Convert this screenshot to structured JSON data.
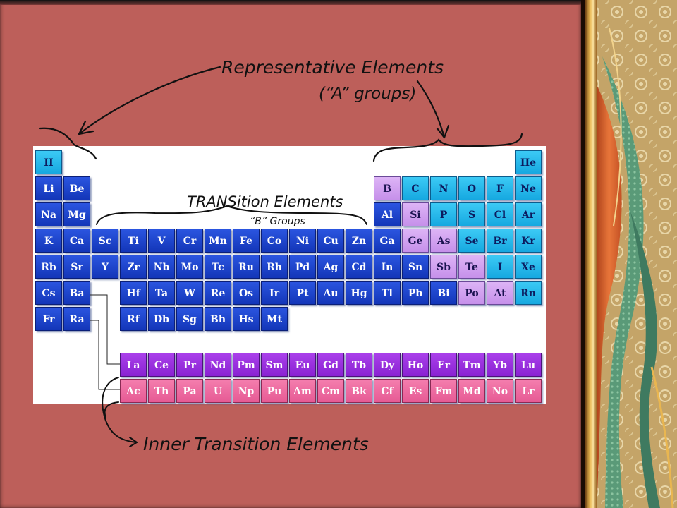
{
  "annotations": {
    "representative_title": "Representative Elements",
    "representative_sub": "(“A” groups)",
    "transition_title": "TRANSition Elements",
    "transition_sub": "“B” Groups",
    "inner_transition": "Inner Transition Elements"
  },
  "colors": {
    "metal": "#1840cc",
    "nonmetal": "#1fb8ee",
    "metalloid": "#d2a2f0",
    "lanthanide": "#9b2ee0",
    "actinide": "#f06aa0",
    "slide_background": "#bd5f5a"
  },
  "elements": [
    {
      "symbol": "H",
      "row": 1,
      "col": 1,
      "kind": "nonmetal"
    },
    {
      "symbol": "He",
      "row": 1,
      "col": 18,
      "kind": "nonmetal"
    },
    {
      "symbol": "Li",
      "row": 2,
      "col": 1,
      "kind": "metal"
    },
    {
      "symbol": "Be",
      "row": 2,
      "col": 2,
      "kind": "metal"
    },
    {
      "symbol": "B",
      "row": 2,
      "col": 13,
      "kind": "metalloid"
    },
    {
      "symbol": "C",
      "row": 2,
      "col": 14,
      "kind": "nonmetal"
    },
    {
      "symbol": "N",
      "row": 2,
      "col": 15,
      "kind": "nonmetal"
    },
    {
      "symbol": "O",
      "row": 2,
      "col": 16,
      "kind": "nonmetal"
    },
    {
      "symbol": "F",
      "row": 2,
      "col": 17,
      "kind": "nonmetal"
    },
    {
      "symbol": "Ne",
      "row": 2,
      "col": 18,
      "kind": "nonmetal"
    },
    {
      "symbol": "Na",
      "row": 3,
      "col": 1,
      "kind": "metal"
    },
    {
      "symbol": "Mg",
      "row": 3,
      "col": 2,
      "kind": "metal"
    },
    {
      "symbol": "Al",
      "row": 3,
      "col": 13,
      "kind": "metal"
    },
    {
      "symbol": "Si",
      "row": 3,
      "col": 14,
      "kind": "metalloid"
    },
    {
      "symbol": "P",
      "row": 3,
      "col": 15,
      "kind": "nonmetal"
    },
    {
      "symbol": "S",
      "row": 3,
      "col": 16,
      "kind": "nonmetal"
    },
    {
      "symbol": "Cl",
      "row": 3,
      "col": 17,
      "kind": "nonmetal"
    },
    {
      "symbol": "Ar",
      "row": 3,
      "col": 18,
      "kind": "nonmetal"
    },
    {
      "symbol": "K",
      "row": 4,
      "col": 1,
      "kind": "metal"
    },
    {
      "symbol": "Ca",
      "row": 4,
      "col": 2,
      "kind": "metal"
    },
    {
      "symbol": "Sc",
      "row": 4,
      "col": 3,
      "kind": "metal"
    },
    {
      "symbol": "Ti",
      "row": 4,
      "col": 4,
      "kind": "metal"
    },
    {
      "symbol": "V",
      "row": 4,
      "col": 5,
      "kind": "metal"
    },
    {
      "symbol": "Cr",
      "row": 4,
      "col": 6,
      "kind": "metal"
    },
    {
      "symbol": "Mn",
      "row": 4,
      "col": 7,
      "kind": "metal"
    },
    {
      "symbol": "Fe",
      "row": 4,
      "col": 8,
      "kind": "metal"
    },
    {
      "symbol": "Co",
      "row": 4,
      "col": 9,
      "kind": "metal"
    },
    {
      "symbol": "Ni",
      "row": 4,
      "col": 10,
      "kind": "metal"
    },
    {
      "symbol": "Cu",
      "row": 4,
      "col": 11,
      "kind": "metal"
    },
    {
      "symbol": "Zn",
      "row": 4,
      "col": 12,
      "kind": "metal"
    },
    {
      "symbol": "Ga",
      "row": 4,
      "col": 13,
      "kind": "metal"
    },
    {
      "symbol": "Ge",
      "row": 4,
      "col": 14,
      "kind": "metalloid"
    },
    {
      "symbol": "As",
      "row": 4,
      "col": 15,
      "kind": "metalloid"
    },
    {
      "symbol": "Se",
      "row": 4,
      "col": 16,
      "kind": "nonmetal"
    },
    {
      "symbol": "Br",
      "row": 4,
      "col": 17,
      "kind": "nonmetal"
    },
    {
      "symbol": "Kr",
      "row": 4,
      "col": 18,
      "kind": "nonmetal"
    },
    {
      "symbol": "Rb",
      "row": 5,
      "col": 1,
      "kind": "metal"
    },
    {
      "symbol": "Sr",
      "row": 5,
      "col": 2,
      "kind": "metal"
    },
    {
      "symbol": "Y",
      "row": 5,
      "col": 3,
      "kind": "metal"
    },
    {
      "symbol": "Zr",
      "row": 5,
      "col": 4,
      "kind": "metal"
    },
    {
      "symbol": "Nb",
      "row": 5,
      "col": 5,
      "kind": "metal"
    },
    {
      "symbol": "Mo",
      "row": 5,
      "col": 6,
      "kind": "metal"
    },
    {
      "symbol": "Tc",
      "row": 5,
      "col": 7,
      "kind": "metal"
    },
    {
      "symbol": "Ru",
      "row": 5,
      "col": 8,
      "kind": "metal"
    },
    {
      "symbol": "Rh",
      "row": 5,
      "col": 9,
      "kind": "metal"
    },
    {
      "symbol": "Pd",
      "row": 5,
      "col": 10,
      "kind": "metal"
    },
    {
      "symbol": "Ag",
      "row": 5,
      "col": 11,
      "kind": "metal"
    },
    {
      "symbol": "Cd",
      "row": 5,
      "col": 12,
      "kind": "metal"
    },
    {
      "symbol": "In",
      "row": 5,
      "col": 13,
      "kind": "metal"
    },
    {
      "symbol": "Sn",
      "row": 5,
      "col": 14,
      "kind": "metal"
    },
    {
      "symbol": "Sb",
      "row": 5,
      "col": 15,
      "kind": "metalloid"
    },
    {
      "symbol": "Te",
      "row": 5,
      "col": 16,
      "kind": "metalloid"
    },
    {
      "symbol": "I",
      "row": 5,
      "col": 17,
      "kind": "nonmetal"
    },
    {
      "symbol": "Xe",
      "row": 5,
      "col": 18,
      "kind": "nonmetal"
    },
    {
      "symbol": "Cs",
      "row": 6,
      "col": 1,
      "kind": "metal"
    },
    {
      "symbol": "Ba",
      "row": 6,
      "col": 2,
      "kind": "metal"
    },
    {
      "symbol": "Hf",
      "row": 6,
      "col": 4,
      "kind": "metal"
    },
    {
      "symbol": "Ta",
      "row": 6,
      "col": 5,
      "kind": "metal"
    },
    {
      "symbol": "W",
      "row": 6,
      "col": 6,
      "kind": "metal"
    },
    {
      "symbol": "Re",
      "row": 6,
      "col": 7,
      "kind": "metal"
    },
    {
      "symbol": "Os",
      "row": 6,
      "col": 8,
      "kind": "metal"
    },
    {
      "symbol": "Ir",
      "row": 6,
      "col": 9,
      "kind": "metal"
    },
    {
      "symbol": "Pt",
      "row": 6,
      "col": 10,
      "kind": "metal"
    },
    {
      "symbol": "Au",
      "row": 6,
      "col": 11,
      "kind": "metal"
    },
    {
      "symbol": "Hg",
      "row": 6,
      "col": 12,
      "kind": "metal"
    },
    {
      "symbol": "Tl",
      "row": 6,
      "col": 13,
      "kind": "metal"
    },
    {
      "symbol": "Pb",
      "row": 6,
      "col": 14,
      "kind": "metal"
    },
    {
      "symbol": "Bi",
      "row": 6,
      "col": 15,
      "kind": "metal"
    },
    {
      "symbol": "Po",
      "row": 6,
      "col": 16,
      "kind": "metalloid"
    },
    {
      "symbol": "At",
      "row": 6,
      "col": 17,
      "kind": "metalloid"
    },
    {
      "symbol": "Rn",
      "row": 6,
      "col": 18,
      "kind": "nonmetal"
    },
    {
      "symbol": "Fr",
      "row": 7,
      "col": 1,
      "kind": "metal"
    },
    {
      "symbol": "Ra",
      "row": 7,
      "col": 2,
      "kind": "metal"
    },
    {
      "symbol": "Rf",
      "row": 7,
      "col": 4,
      "kind": "metal"
    },
    {
      "symbol": "Db",
      "row": 7,
      "col": 5,
      "kind": "metal"
    },
    {
      "symbol": "Sg",
      "row": 7,
      "col": 6,
      "kind": "metal"
    },
    {
      "symbol": "Bh",
      "row": 7,
      "col": 7,
      "kind": "metal"
    },
    {
      "symbol": "Hs",
      "row": 7,
      "col": 8,
      "kind": "metal"
    },
    {
      "symbol": "Mt",
      "row": 7,
      "col": 9,
      "kind": "metal"
    },
    {
      "symbol": "La",
      "row": 8,
      "col": 4,
      "kind": "lanth"
    },
    {
      "symbol": "Ce",
      "row": 8,
      "col": 5,
      "kind": "lanth"
    },
    {
      "symbol": "Pr",
      "row": 8,
      "col": 6,
      "kind": "lanth"
    },
    {
      "symbol": "Nd",
      "row": 8,
      "col": 7,
      "kind": "lanth"
    },
    {
      "symbol": "Pm",
      "row": 8,
      "col": 8,
      "kind": "lanth"
    },
    {
      "symbol": "Sm",
      "row": 8,
      "col": 9,
      "kind": "lanth"
    },
    {
      "symbol": "Eu",
      "row": 8,
      "col": 10,
      "kind": "lanth"
    },
    {
      "symbol": "Gd",
      "row": 8,
      "col": 11,
      "kind": "lanth"
    },
    {
      "symbol": "Tb",
      "row": 8,
      "col": 12,
      "kind": "lanth"
    },
    {
      "symbol": "Dy",
      "row": 8,
      "col": 13,
      "kind": "lanth"
    },
    {
      "symbol": "Ho",
      "row": 8,
      "col": 14,
      "kind": "lanth"
    },
    {
      "symbol": "Er",
      "row": 8,
      "col": 15,
      "kind": "lanth"
    },
    {
      "symbol": "Tm",
      "row": 8,
      "col": 16,
      "kind": "lanth"
    },
    {
      "symbol": "Yb",
      "row": 8,
      "col": 17,
      "kind": "lanth"
    },
    {
      "symbol": "Lu",
      "row": 8,
      "col": 18,
      "kind": "lanth"
    },
    {
      "symbol": "Ac",
      "row": 9,
      "col": 4,
      "kind": "actin"
    },
    {
      "symbol": "Th",
      "row": 9,
      "col": 5,
      "kind": "actin"
    },
    {
      "symbol": "Pa",
      "row": 9,
      "col": 6,
      "kind": "actin"
    },
    {
      "symbol": "U",
      "row": 9,
      "col": 7,
      "kind": "actin"
    },
    {
      "symbol": "Np",
      "row": 9,
      "col": 8,
      "kind": "actin"
    },
    {
      "symbol": "Pu",
      "row": 9,
      "col": 9,
      "kind": "actin"
    },
    {
      "symbol": "Am",
      "row": 9,
      "col": 10,
      "kind": "actin"
    },
    {
      "symbol": "Cm",
      "row": 9,
      "col": 11,
      "kind": "actin"
    },
    {
      "symbol": "Bk",
      "row": 9,
      "col": 12,
      "kind": "actin"
    },
    {
      "symbol": "Cf",
      "row": 9,
      "col": 13,
      "kind": "actin"
    },
    {
      "symbol": "Es",
      "row": 9,
      "col": 14,
      "kind": "actin"
    },
    {
      "symbol": "Fm",
      "row": 9,
      "col": 15,
      "kind": "actin"
    },
    {
      "symbol": "Md",
      "row": 9,
      "col": 16,
      "kind": "actin"
    },
    {
      "symbol": "No",
      "row": 9,
      "col": 17,
      "kind": "actin"
    },
    {
      "symbol": "Lr",
      "row": 9,
      "col": 18,
      "kind": "actin"
    }
  ]
}
